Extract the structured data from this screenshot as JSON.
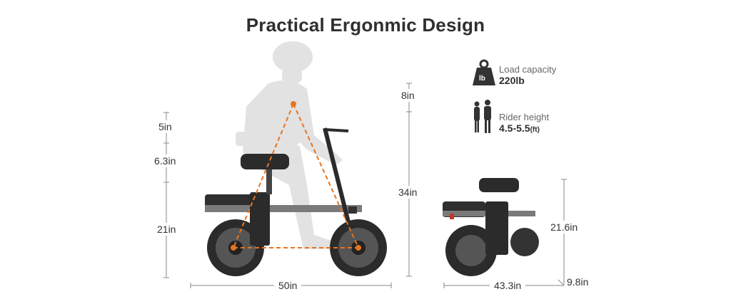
{
  "title": "Practical Ergonmic Design",
  "specs": {
    "load": {
      "icon": "weight-icon",
      "icon_text": "lb",
      "label": "Load capacity",
      "value": "220lb"
    },
    "rider": {
      "icon": "riders-icon",
      "label": "Rider height",
      "value": "4.5-5.5",
      "unit": "(ft)"
    }
  },
  "unfolded": {
    "left_dims": [
      "5in",
      "6.3in",
      "21in"
    ],
    "right_dims": [
      "8in",
      "34in"
    ],
    "length": "50in"
  },
  "folded": {
    "height": "21.6in",
    "length": "43.3in",
    "width": "9.8in"
  },
  "colors": {
    "accent": "#e8741e",
    "text": "#2f2f2f",
    "bike": "#2b2b2b",
    "silhouette": "#e2e2e2"
  }
}
